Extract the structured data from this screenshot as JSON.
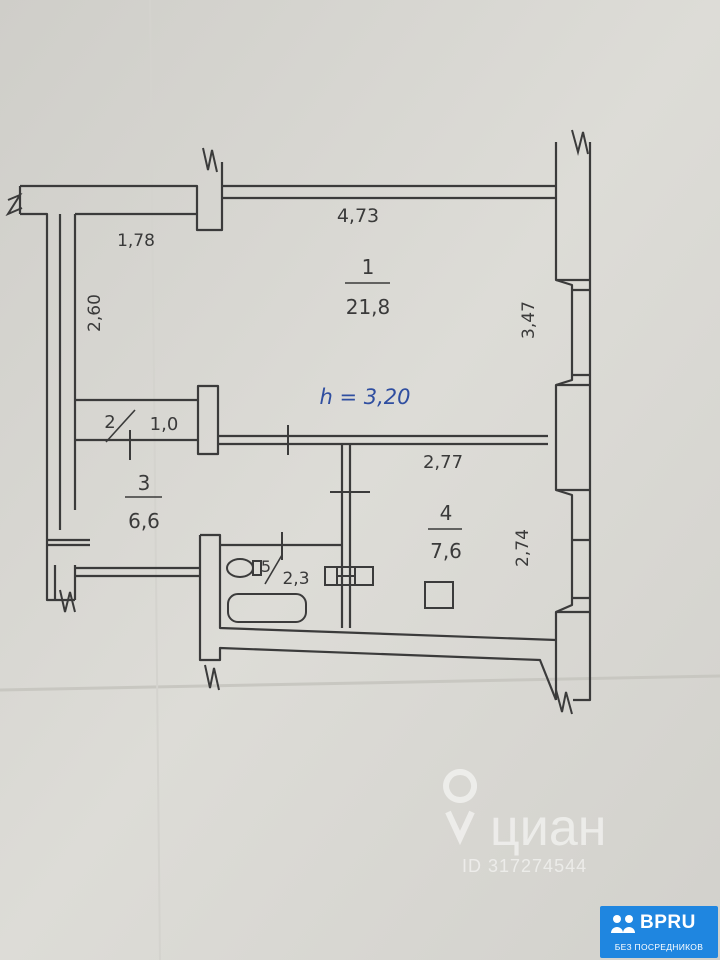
{
  "floor_plan": {
    "height_label": "h = 3,20",
    "rooms": [
      {
        "number": "1",
        "area": "21,8"
      },
      {
        "number": "2",
        "area": "1,0"
      },
      {
        "number": "3",
        "area": "6,6"
      },
      {
        "number": "4",
        "area": "7,6"
      },
      {
        "number": "5",
        "area": "2,3"
      }
    ],
    "dimensions": {
      "top_width": "4,73",
      "corridor_width": "1,78",
      "corridor_length": "2,60",
      "room1_depth": "3,47",
      "room4_width": "2,77",
      "room4_depth": "2,74"
    }
  },
  "watermark": {
    "brand": "циан",
    "listing_id": "ID 317274544"
  },
  "badge": {
    "brand": "BPRU",
    "subtitle": "БЕЗ ПОСРЕДНИКОВ",
    "color": "#1f86e0"
  }
}
